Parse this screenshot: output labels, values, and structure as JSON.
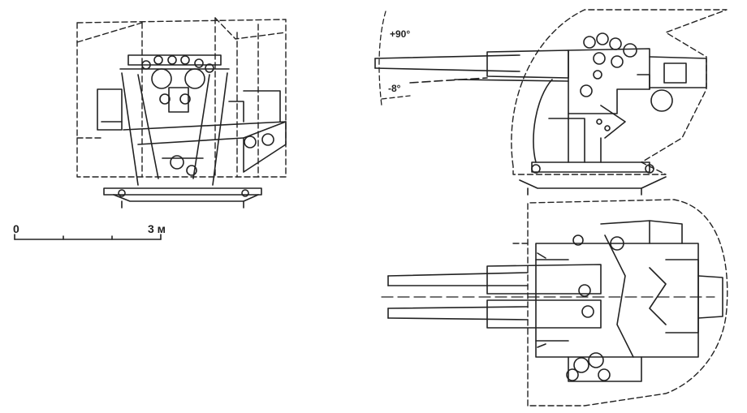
{
  "scale_bar": {
    "start_label": "0",
    "end_label": "3 м"
  },
  "elevation_labels": {
    "max": "+90°",
    "min": "-8°"
  },
  "ink_color": "#222222",
  "paper_color": "#ffffff"
}
